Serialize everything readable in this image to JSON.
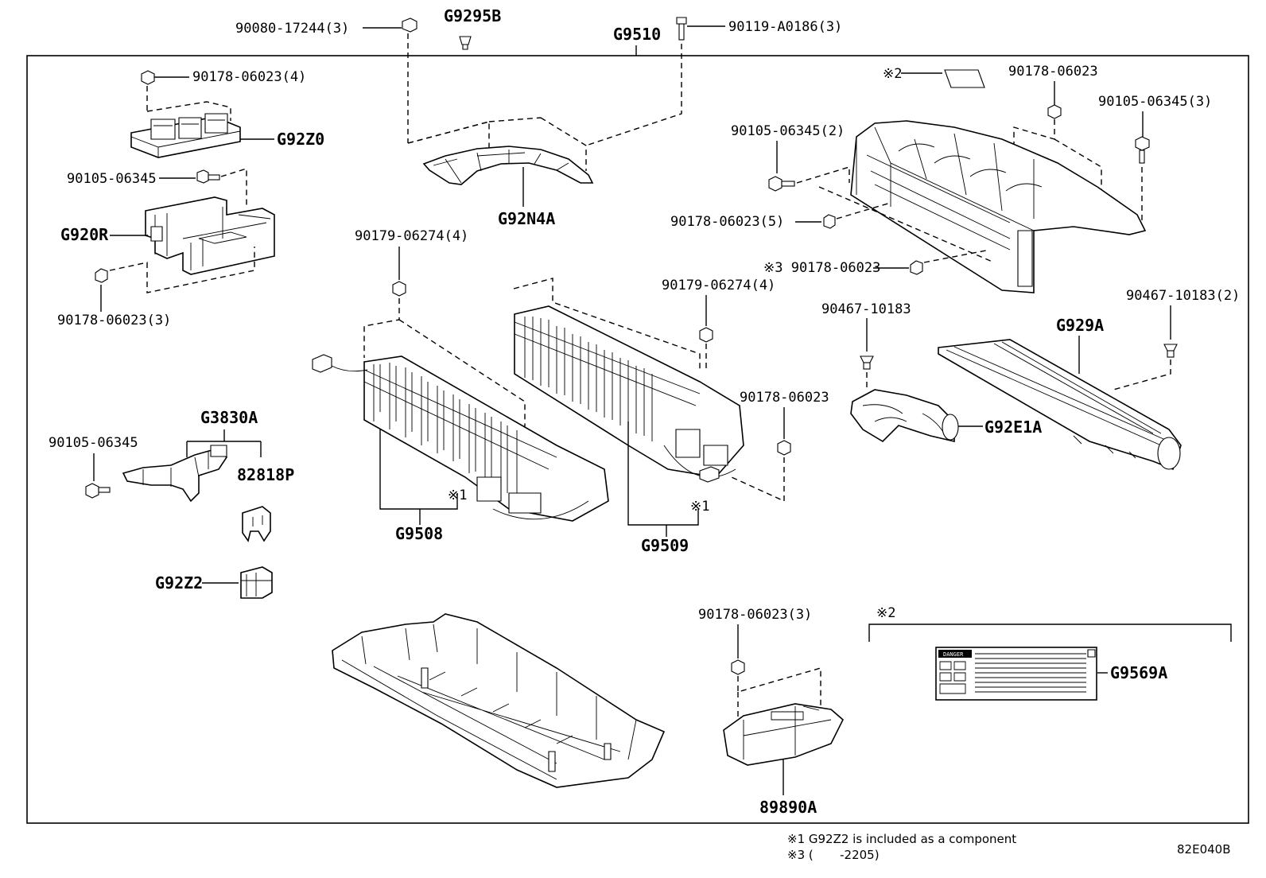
{
  "diagram_code": "82E040B",
  "notes": {
    "note1": "※1 G92Z2 is included as a component",
    "note3": "※3 (       -2205)"
  },
  "labels": {
    "p_90080_17244": "90080-17244(3)",
    "p_g9295b": "G9295B",
    "p_g9510": "G9510",
    "p_90119_a0186": "90119-A0186(3)",
    "p_90178_06023_4": "90178-06023(4)",
    "p_g92z0": "G92Z0",
    "p_90105_06345_a": "90105-06345",
    "p_g920r": "G920R",
    "p_90178_06023_3a": "90178-06023(3)",
    "p_g92n4a": "G92N4A",
    "p_90179_06274_4a": "90179-06274(4)",
    "p_90179_06274_4b": "90179-06274(4)",
    "p_ref2_top": "※2",
    "p_90178_06023_top": "90178-06023",
    "p_90105_06345_3": "90105-06345(3)",
    "p_90105_06345_2": "90105-06345(2)",
    "p_90178_06023_5": "90178-06023(5)",
    "p_90178_06023_ref3": "※3 90178-06023",
    "p_90467_10183": "90467-10183",
    "p_90467_10183_2": "90467-10183(2)",
    "p_g929a": "G929A",
    "p_g92e1a": "G92E1A",
    "p_90178_06023_mid": "90178-06023",
    "p_g3830a": "G3830A",
    "p_90105_06345_b": "90105-06345",
    "p_82818p": "82818P",
    "p_g92z2": "G92Z2",
    "p_ref1_a": "※1",
    "p_g9508": "G9508",
    "p_ref1_b": "※1",
    "p_g9509": "G9509",
    "p_90178_06023_3b": "90178-06023(3)",
    "p_ref2_bottom": "※2",
    "p_g9569a": "G9569A",
    "p_89890a": "89890A",
    "danger_word": "DANGER"
  }
}
